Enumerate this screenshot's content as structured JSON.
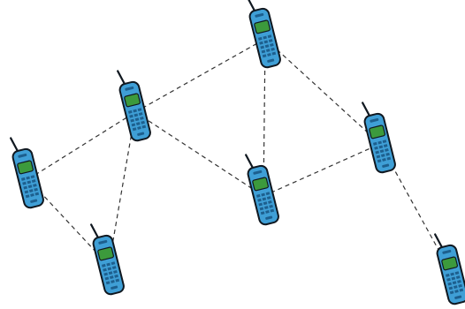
{
  "colors": {
    "phone_body": "#3f9fd6",
    "phone_outline": "#101820",
    "phone_screen": "#3c9a3c",
    "phone_keypad": "#1d5f8e",
    "link": "#333333",
    "background": "#ffffff"
  },
  "nodes": [
    {
      "id": "phone-1",
      "icon": "mobile-phone-icon"
    },
    {
      "id": "phone-2",
      "icon": "mobile-phone-icon"
    },
    {
      "id": "phone-3",
      "icon": "mobile-phone-icon"
    },
    {
      "id": "phone-4",
      "icon": "mobile-phone-icon"
    },
    {
      "id": "phone-5",
      "icon": "mobile-phone-icon"
    },
    {
      "id": "phone-6",
      "icon": "mobile-phone-icon"
    },
    {
      "id": "phone-7",
      "icon": "mobile-phone-icon"
    }
  ],
  "links": [
    [
      "phone-1",
      "phone-2"
    ],
    [
      "phone-1",
      "phone-3"
    ],
    [
      "phone-2",
      "phone-3"
    ],
    [
      "phone-2",
      "phone-4"
    ],
    [
      "phone-2",
      "phone-5"
    ],
    [
      "phone-4",
      "phone-5"
    ],
    [
      "phone-4",
      "phone-6"
    ],
    [
      "phone-5",
      "phone-6"
    ],
    [
      "phone-6",
      "phone-7"
    ]
  ]
}
